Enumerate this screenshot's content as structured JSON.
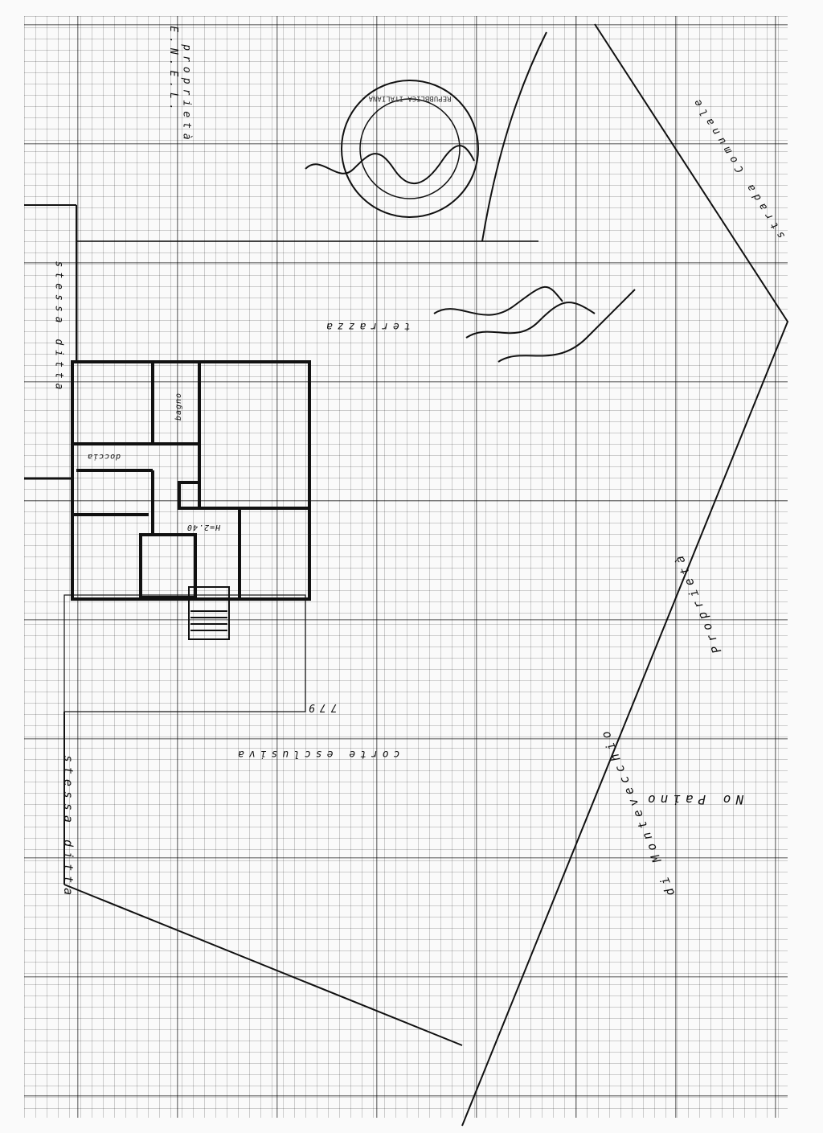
{
  "labels": {
    "enel": "E.N.E.L.",
    "proprieta_top": "proprietà",
    "terrazza": "terrazza",
    "strada": "strada Comunale",
    "stessa_ditta_top": "stessa ditta",
    "stessa_ditta_bottom": "stessa ditta",
    "corte": "corte esclusiva",
    "particella": "779",
    "altezza": "H=2.40",
    "bagno": "bagno",
    "doccia": "doccia",
    "proprieta_right": "Proprietà",
    "montevecchio": "di Montevecchio",
    "no_paino": "No Paino"
  },
  "stamp": {
    "text": "REPUBBLICA ITALIANA"
  },
  "signatures": [
    "firma notaio",
    "firme proprietari"
  ]
}
